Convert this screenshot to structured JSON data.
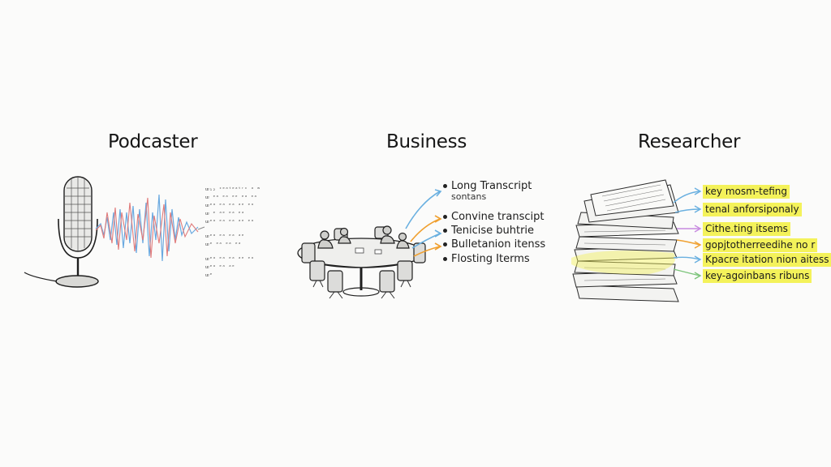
{
  "panels": {
    "podcaster": {
      "title": "Podcaster",
      "transcript_lines": [
        "ᵫ₁₂ ᶦᵉᵃᵗᵉᵃᵗʳᶦ ᵃ ʷ",
        "ᵫ ᵉᵃ ᵉᵃ ᵉᵉ ᵉᵃ ᵉᵃ",
        "ᵫᵉᵃ ᵉᵃ ᵉᵃ ᵃᵉ ᵉᵃ",
        "ᵫ ᵉ ᵃᵉ ᵉᵃ ᵉᵃ",
        "ᵫᵉᵃ ᵉᵃ ᵉᵃ ᵃᵉ ᵉᵃ",
        "ᵫᵉᵃ ᵉᵃ ᵉᵃ ᵃᵉ",
        "ᵫᵉ ᵉᵃ ᵉᵃ ᵉᵃ",
        "ᵫᵉᵃ ᵉᵃ ᵉᵃ ᵃᵉ ᵉᵃ",
        "ᵫᵉᵃ ᵉᵃ ᵃᵉ",
        "ᵫᵉ"
      ]
    },
    "business": {
      "title": "Business",
      "bullets": [
        {
          "label": "Long Transcript",
          "sub": false
        },
        {
          "label": "sontans",
          "sub": true
        },
        {
          "label": "Convine transcipt",
          "sub": false
        },
        {
          "label": "Tenicise buhtrie",
          "sub": false
        },
        {
          "label": "Bulletanion itenss",
          "sub": false
        },
        {
          "label": "Flosting Iterms",
          "sub": false
        }
      ]
    },
    "researcher": {
      "title": "Researcher",
      "highlights": [
        "key mosm-tefing",
        "tenal anforsiponaly",
        "Cithe.ting itsems",
        "gopjtotherreedihe no r",
        "Kpacre itation nion aitess",
        "key-agoinbans ribuns"
      ]
    }
  },
  "colors": {
    "ink": "#1a1a1a",
    "wave_blue": "#6aa9e0",
    "wave_red": "#e07b7b",
    "highlight": "#f4f25a",
    "arrow_orange": "#f0a030",
    "arrow_blue": "#6ab0e0",
    "arrow_green": "#7cc47a"
  },
  "icons": [
    "microphone-icon",
    "sound-wave-icon",
    "meeting-table-icon",
    "paper-stack-icon"
  ]
}
